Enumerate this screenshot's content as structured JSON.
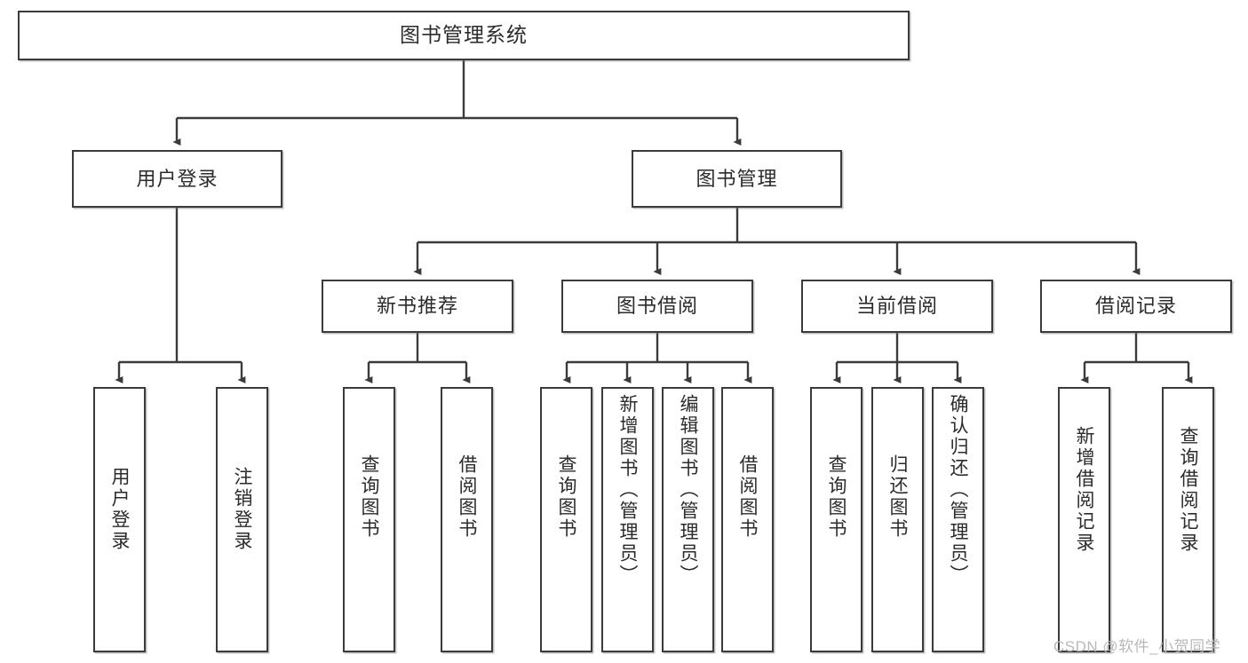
{
  "diagram": {
    "title": "图书管理系统",
    "type": "tree-hierarchy",
    "root": {
      "label": "图书管理系统"
    },
    "level1": [
      {
        "label": "用户登录"
      },
      {
        "label": "图书管理"
      }
    ],
    "level2": [
      {
        "label": "新书推荐"
      },
      {
        "label": "图书借阅"
      },
      {
        "label": "当前借阅"
      },
      {
        "label": "借阅记录"
      }
    ],
    "leaves": {
      "user_login": [
        {
          "label": "用户登录"
        },
        {
          "label": "注销登录"
        }
      ],
      "new_book_recommend": [
        {
          "label": "查询图书"
        },
        {
          "label": "借阅图书"
        }
      ],
      "book_borrow": [
        {
          "label": "查询图书"
        },
        {
          "label": "新增图书（管理员）"
        },
        {
          "label": "编辑图书（管理员）"
        },
        {
          "label": "借阅图书"
        }
      ],
      "current_borrow": [
        {
          "label": "查询图书"
        },
        {
          "label": "归还图书"
        },
        {
          "label": "确认归还（管理员）"
        }
      ],
      "borrow_record": [
        {
          "label": "新增借阅记录"
        },
        {
          "label": "查询借阅记录"
        }
      ]
    },
    "watermark": "CSDN @软件_小贺同学",
    "colors": {
      "stroke": "#3b3b3b",
      "fill": "#ffffff",
      "text": "#2b2b2b",
      "watermark": "#b9b9b9"
    }
  }
}
